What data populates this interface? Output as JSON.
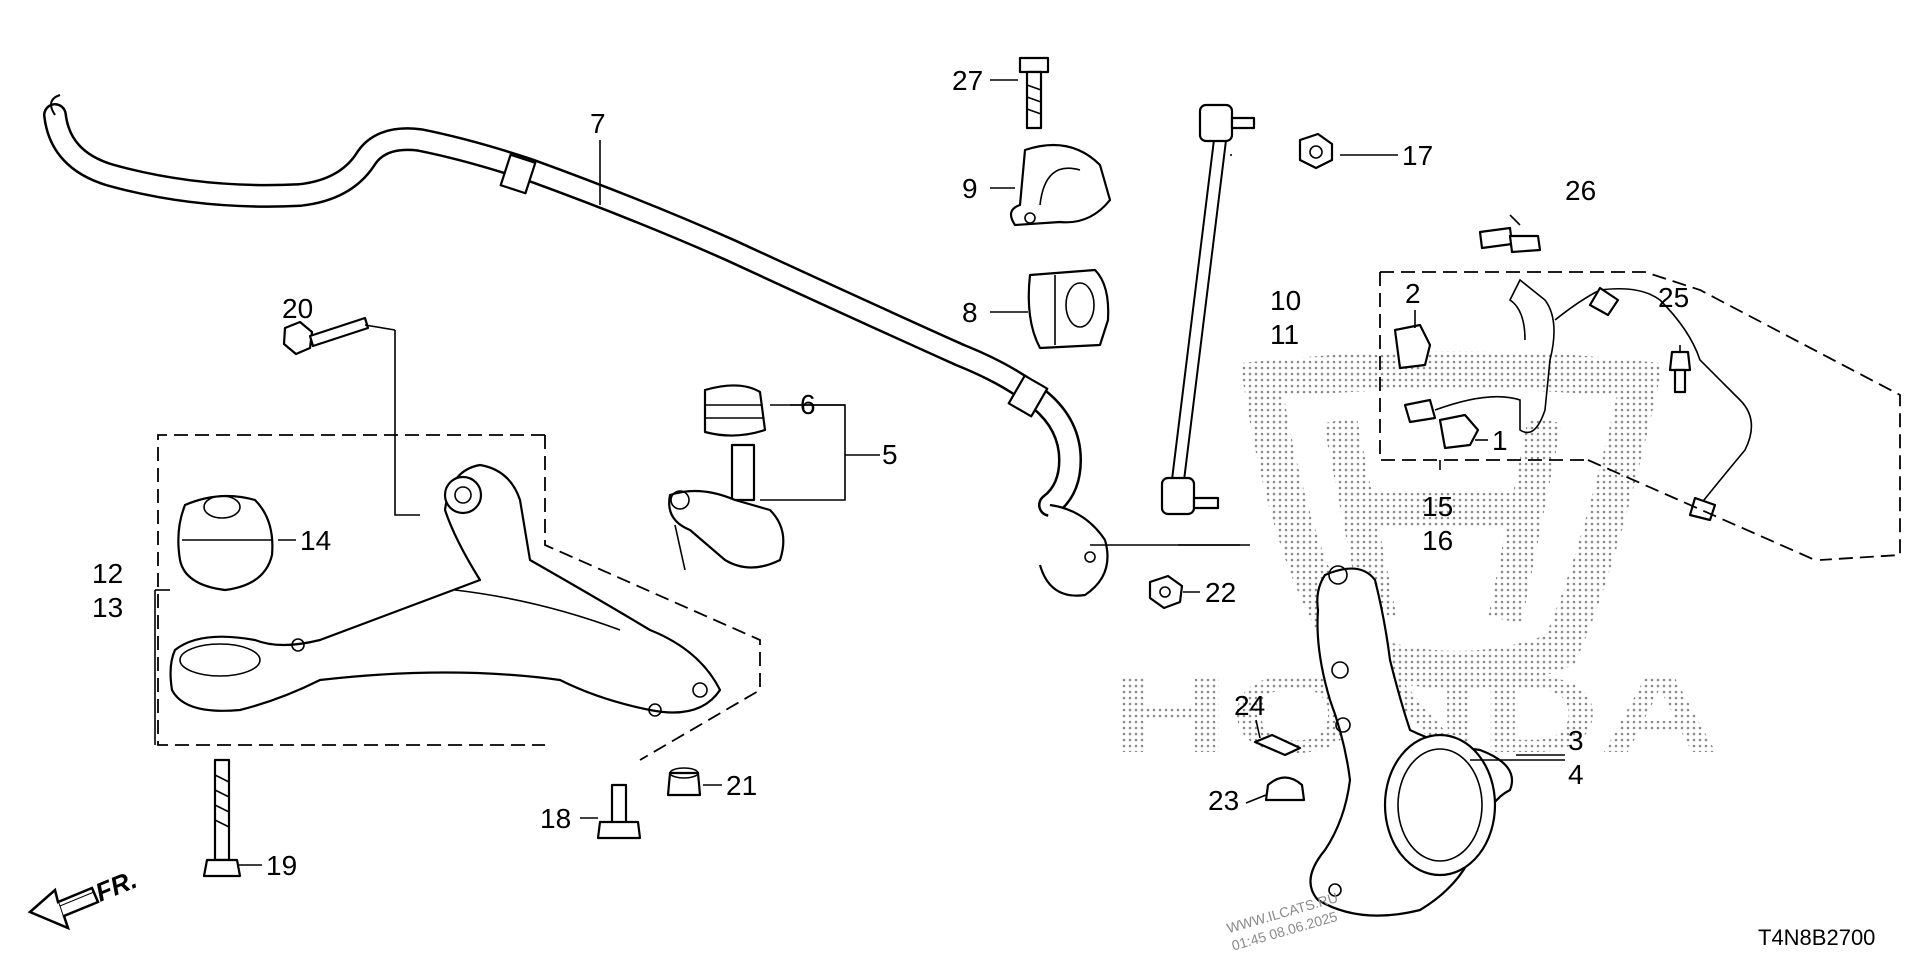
{
  "diagram": {
    "callouts": {
      "n1": "1",
      "n2": "2",
      "n3": "3",
      "n4": "4",
      "n5": "5",
      "n6": "6",
      "n7": "7",
      "n8": "8",
      "n9": "9",
      "n10": "10",
      "n11": "11",
      "n12": "12",
      "n13": "13",
      "n14": "14",
      "n15": "15",
      "n16": "16",
      "n17": "17",
      "n18": "18",
      "n19": "19",
      "n20": "20",
      "n21": "21",
      "n22": "22",
      "n23": "23",
      "n24": "24",
      "n25": "25",
      "n26": "26",
      "n27": "27"
    },
    "direction_label": "FR.",
    "diagram_code": "T4N8B2700",
    "watermark_site": "WWW.ILCATS.RU",
    "watermark_timestamp": "01:45 08.06.2025",
    "watermark_brand": "HONDA"
  }
}
